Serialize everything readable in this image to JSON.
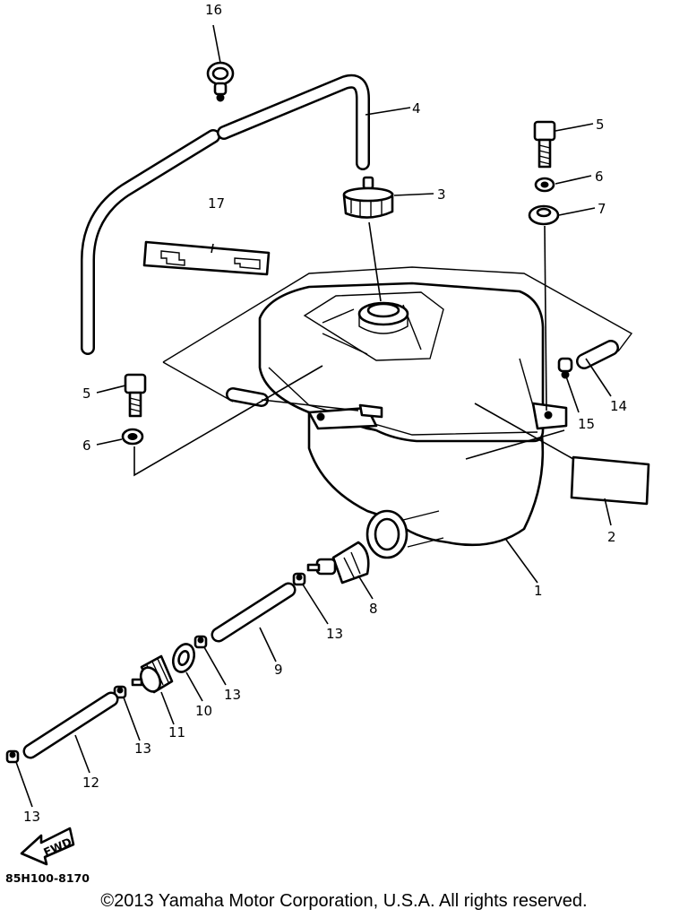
{
  "callouts": {
    "c1": "1",
    "c2": "2",
    "c3": "3",
    "c4": "4",
    "c5a": "5",
    "c5b": "5",
    "c6a": "6",
    "c6b": "6",
    "c7": "7",
    "c8": "8",
    "c9": "9",
    "c10": "10",
    "c11": "11",
    "c12": "12",
    "c13a": "13",
    "c13b": "13",
    "c13c": "13",
    "c13d": "13",
    "c14": "14",
    "c15": "15",
    "c16": "16",
    "c17": "17"
  },
  "fwd_label": "FWD",
  "diagram_code": "85H100-8170",
  "copyright": "©2013 Yamaha Motor Corporation, U.S.A. All rights reserved."
}
